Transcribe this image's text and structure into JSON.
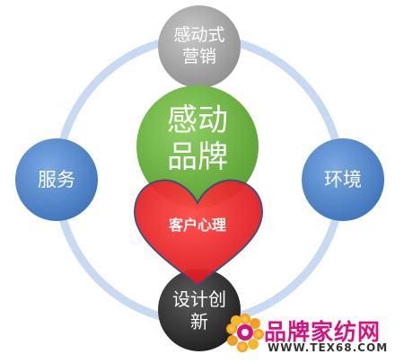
{
  "diagram": {
    "top_node": {
      "line1": "感动式",
      "line2": "营销"
    },
    "left_node": {
      "label": "服务"
    },
    "right_node": {
      "label": "环境"
    },
    "center_node": {
      "line1": "感动",
      "line2": "品牌"
    },
    "heart": {
      "label": "客户心理"
    },
    "bottom_node": {
      "line1": "设计创",
      "line2": "新"
    }
  },
  "watermark": {
    "brand": "品牌家纺网",
    "url": "WWW.TEX68.COM"
  },
  "colors": {
    "ring": "#c8daf1",
    "top_node": "#a6a6a6",
    "side_nodes": "#5b8fd1",
    "center_node": "#72b946",
    "heart": "#e8272b",
    "bottom_node": "#3a3a3a",
    "watermark_brand": "#d6127e",
    "watermark_url": "#333333"
  }
}
